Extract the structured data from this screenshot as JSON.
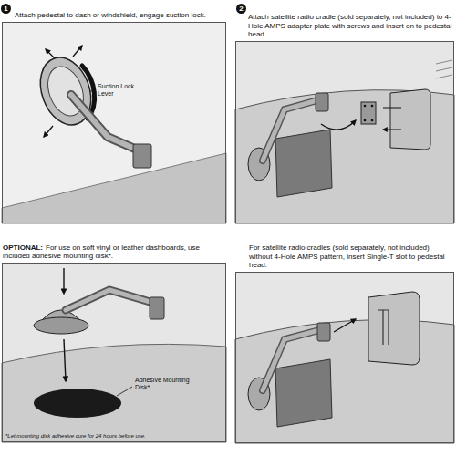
{
  "diagram": {
    "nodes": [
      {
        "text": [
          "Attach pedestal to dash or windshield, engage suction lock.",
          "Suction Lock Lever"
        ]
      },
      {
        "text": [
          "Attach satellite radio cradle (sold separately, not included) to 4-Hole AMPS adapter plate with screws and insert on to pedestal head."
        ]
      },
      {
        "text": [
          "OPTIONAL:",
          "For use on soft vinyl or leather dashboards, use included adhesive mounting disk*.",
          "Adhesive Mounting Disk*",
          "*Let mounting disk adhesive cure for 24 hours before use."
        ]
      },
      {
        "text": [
          "For satellite radio cradles (sold separately, not included) without 4-Hole AMPS pattern, insert Single-T slot to pedestal head."
        ]
      }
    ],
    "labels": [
      "1",
      "2"
    ]
  }
}
